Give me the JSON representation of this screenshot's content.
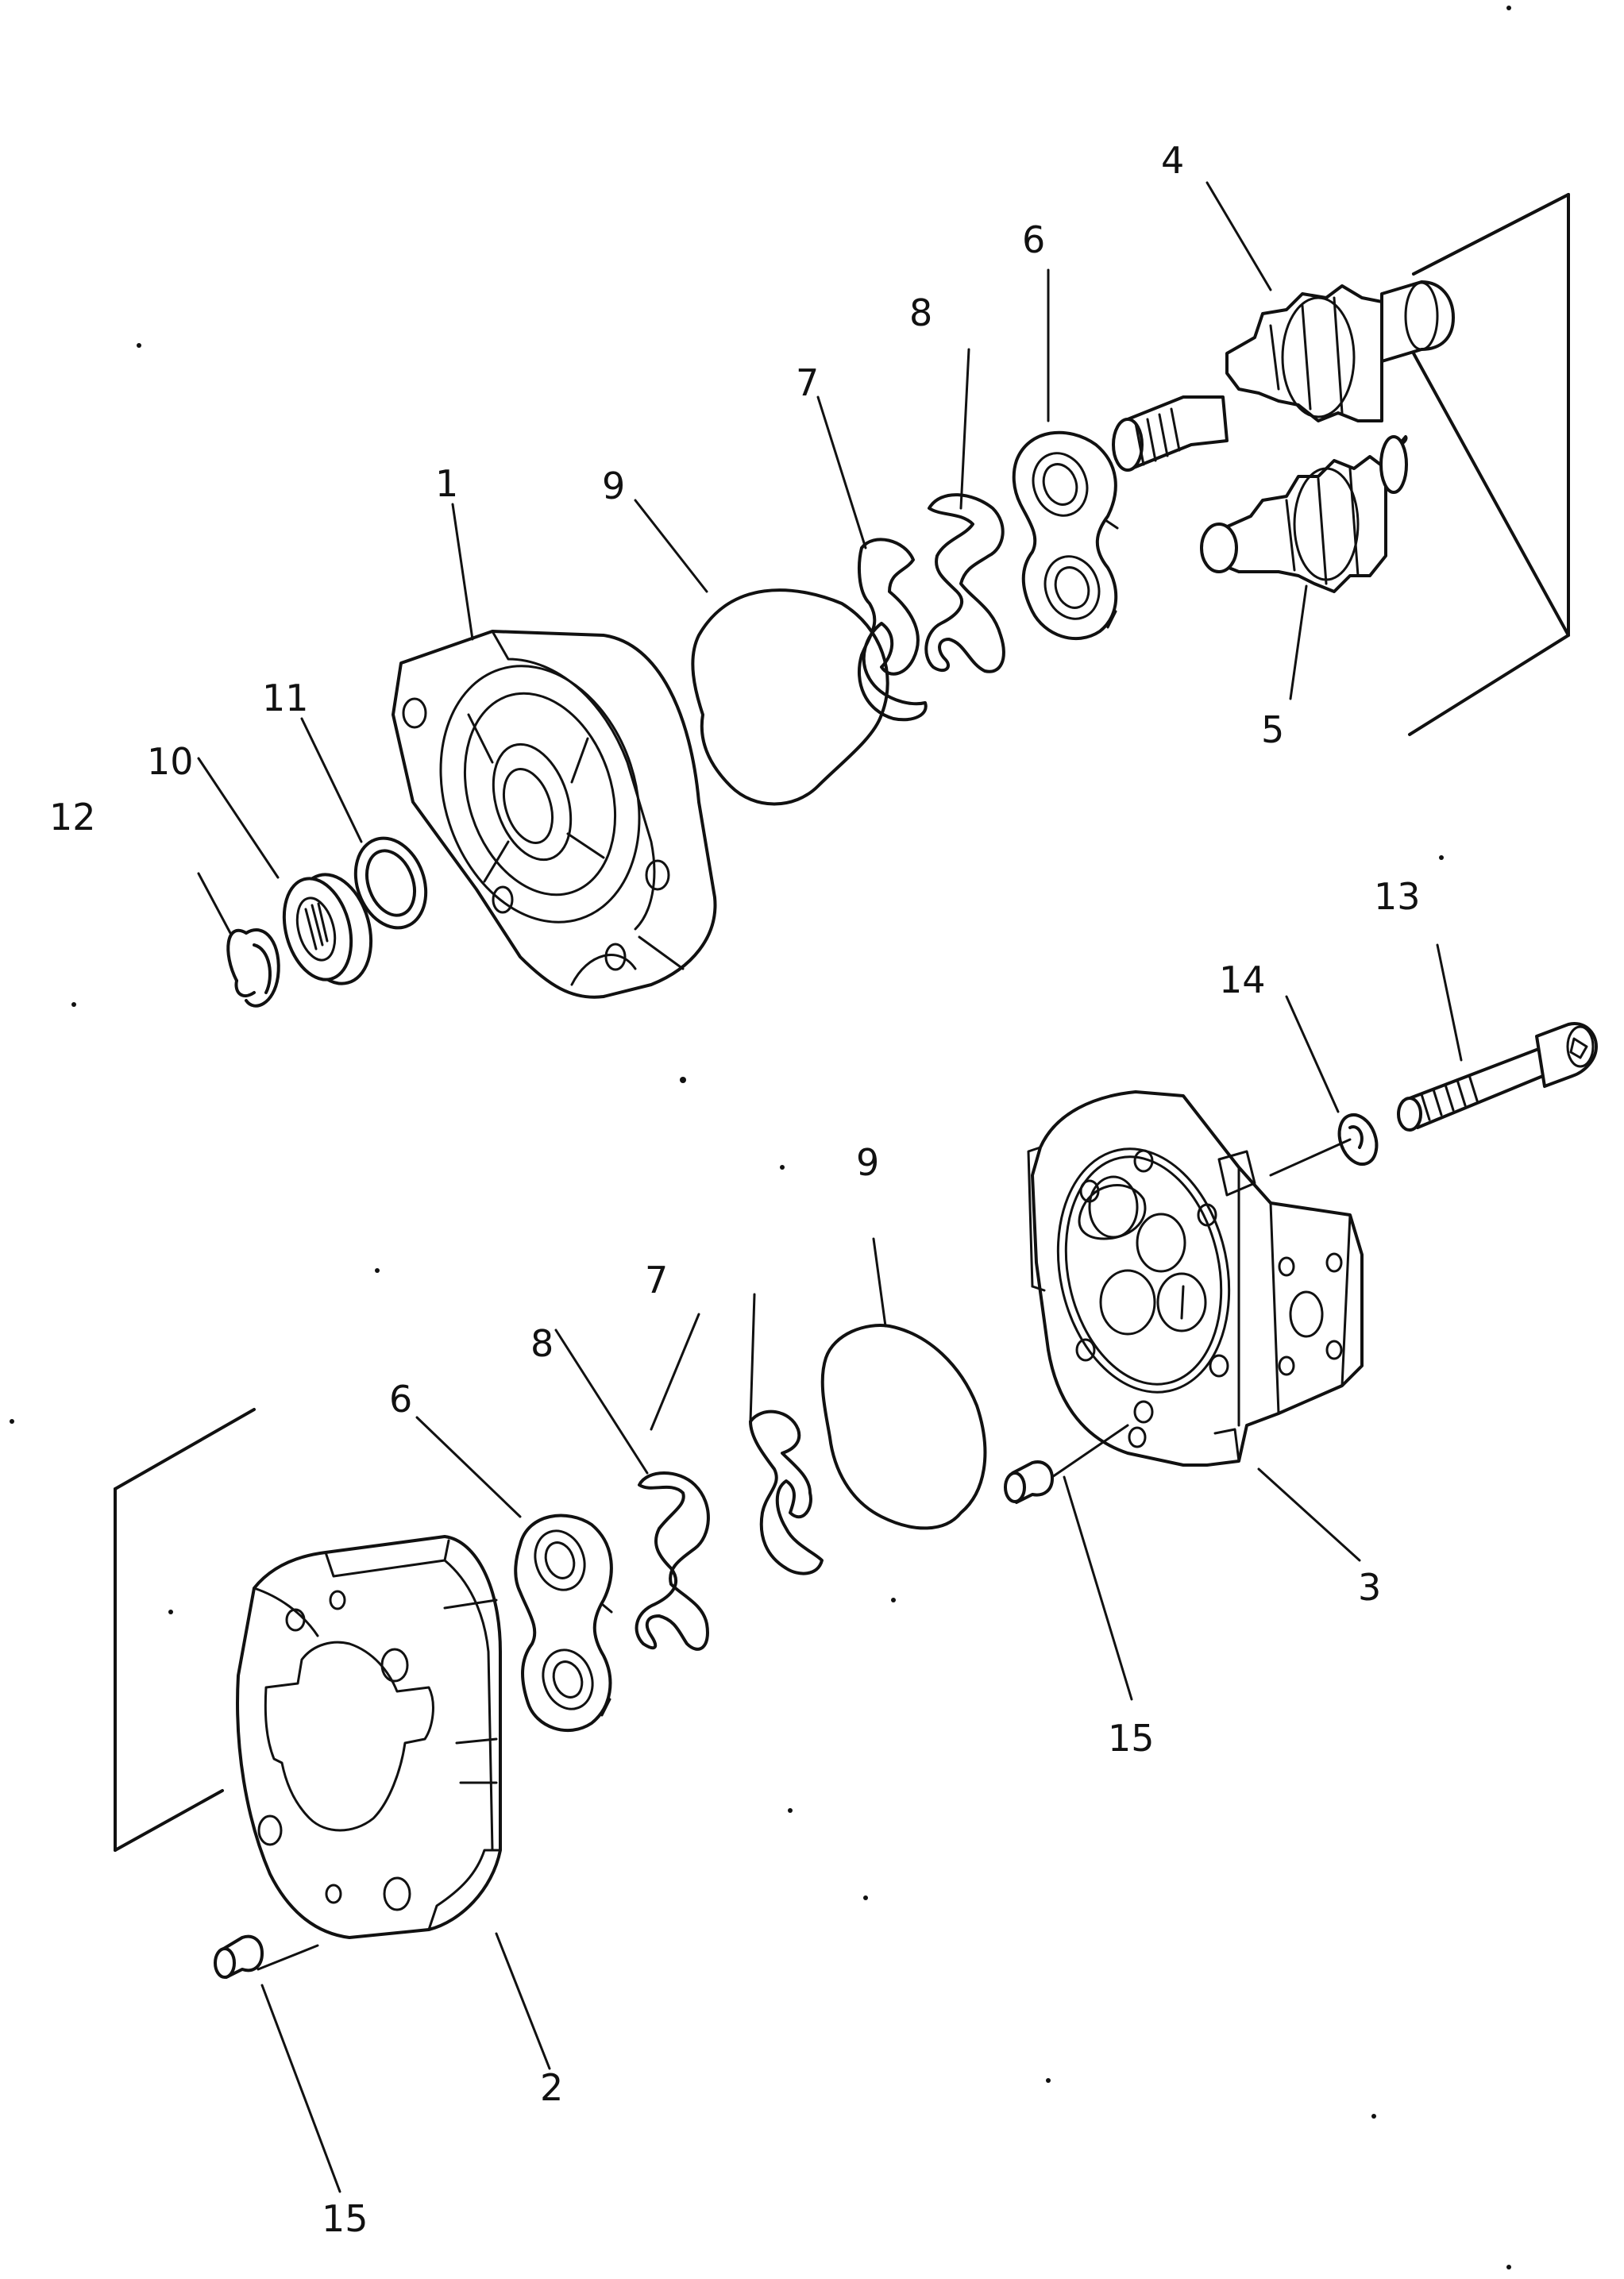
{
  "callouts": {
    "c1": "1",
    "c2": "2",
    "c3": "3",
    "c4": "4",
    "c5": "5",
    "c6a": "6",
    "c6b": "6",
    "c7a": "7",
    "c7b": "7",
    "c8a": "8",
    "c8b": "8",
    "c9a": "9",
    "c9b": "9",
    "c10": "10",
    "c11": "11",
    "c12": "12",
    "c13": "13",
    "c14": "14",
    "c15a": "15",
    "c15b": "15"
  }
}
